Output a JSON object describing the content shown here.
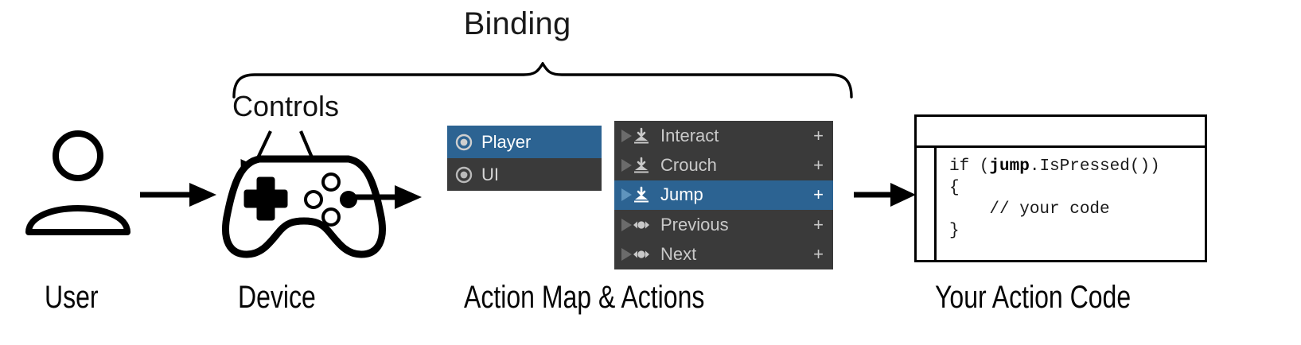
{
  "diagram": {
    "binding_label": "Binding",
    "controls_label": "Controls"
  },
  "captions": [
    {
      "id": "user",
      "text": "User"
    },
    {
      "id": "device",
      "text": "Device"
    },
    {
      "id": "action-map",
      "text": "Action Map & Actions"
    },
    {
      "id": "action-code",
      "text": "Your Action Code"
    }
  ],
  "action_map_panel": {
    "rows": [
      {
        "label": "Player",
        "icon": "radio-target-icon",
        "selected": true
      },
      {
        "label": "UI",
        "icon": "radio-target-icon",
        "selected": false
      }
    ]
  },
  "actions_panel": {
    "add_label": "+",
    "rows": [
      {
        "label": "Interact",
        "icon": "button-action-icon",
        "selected": false,
        "add": "+"
      },
      {
        "label": "Crouch",
        "icon": "button-action-icon",
        "selected": false,
        "add": "+"
      },
      {
        "label": "Jump",
        "icon": "button-action-icon",
        "selected": true,
        "add": "+"
      },
      {
        "label": "Previous",
        "icon": "axis-action-icon",
        "selected": false,
        "add": "+"
      },
      {
        "label": "Next",
        "icon": "axis-action-icon",
        "selected": false,
        "add": "+"
      }
    ]
  },
  "code_panel": {
    "line1_pre": "if (",
    "line1_bold": "jump",
    "line1_post": ".IsPressed())",
    "line2": "{",
    "line3": "    // your code",
    "line4": "}"
  },
  "colors": {
    "selection_blue": "#2c6392",
    "panel_dark": "#3a3a3a",
    "text_light": "#c9c9c9",
    "text_white": "#ffffff",
    "ink": "#000000",
    "background": "#ffffff"
  },
  "icons": {
    "user": "user-avatar-icon",
    "device": "gamepad-icon",
    "arrow": "arrow-right-icon",
    "brace": "curly-brace-icon"
  }
}
